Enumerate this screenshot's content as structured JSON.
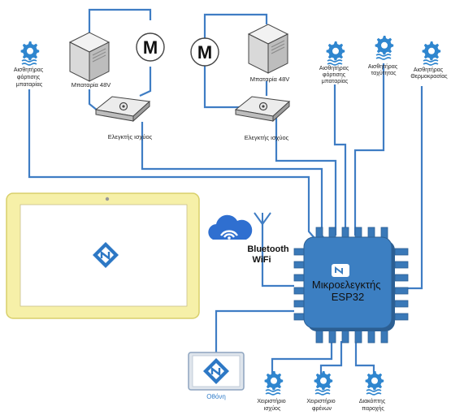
{
  "colors": {
    "wire": "#3f7dc4",
    "gear": "#2f86cf",
    "chip": "#3c7fc2",
    "chip_dark": "#2c5f93",
    "chip_pin": "#3a79b8",
    "tablet_frame": "#f6f0a8",
    "tablet_border": "#d8cf6a",
    "monitor_frame": "#8da4bf",
    "monitor_text": "#2f7cc9",
    "wifi": "#2f6fd0",
    "logo": "#2d78c5"
  },
  "icons": {
    "gear": "gear-icon",
    "motor": "motor-icon",
    "battery": "battery-box-icon",
    "controller": "power-controller-icon",
    "wifi": "wifi-cloud-icon",
    "antenna": "antenna-icon",
    "logo": "app-logo-icon"
  },
  "labels": {
    "sensor_charge_left": [
      "Αισθητήρας",
      "φόρτισης",
      "μπαταρίας"
    ],
    "battery_left": "Μπαταρία 48V",
    "controller_left": "Ελεγκτής ισχύος",
    "battery_right": "Μπαταρία 48V",
    "controller_right": "Ελεγκτής ισχύος",
    "sensor_charge_right": [
      "Αισθητήρας",
      "φόρτισης",
      "μπαταρίας"
    ],
    "sensor_speed": [
      "Αισθητήρας",
      "ταχύτητας"
    ],
    "sensor_temp": [
      "Αισθητήρας",
      "Θερμοκρασίας"
    ],
    "motor_symbol": "M",
    "bluetooth": "Bluetooth",
    "wifi": "WiFi",
    "mcu": [
      "Μικροελεγκτής",
      "ESP32"
    ],
    "screen": "Οθόνη",
    "throttle": [
      "Χειριστήριο",
      "ισχύος"
    ],
    "brake": [
      "Χειριστήριο",
      "φρένων"
    ],
    "power_switch": [
      "Διακόπτης",
      "παροχής"
    ]
  }
}
